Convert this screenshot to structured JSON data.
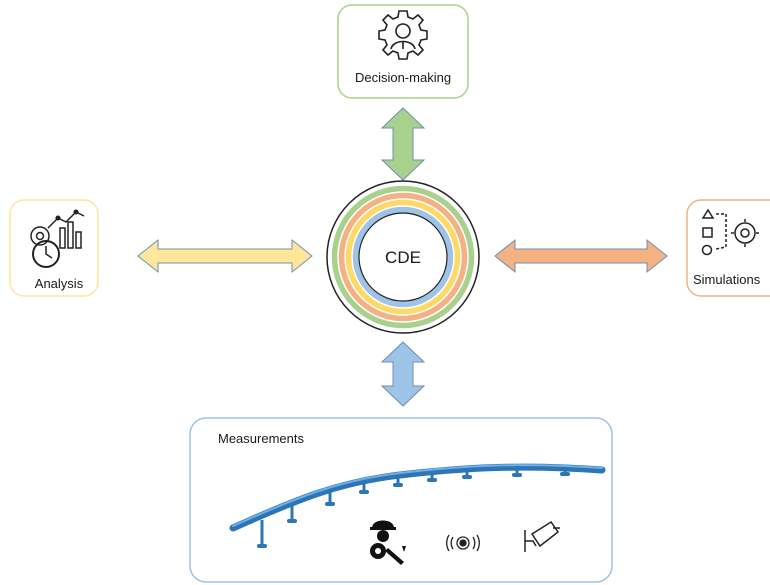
{
  "center": {
    "label": "CDE",
    "ring_colors": [
      "#a9d18e",
      "#f4b183",
      "#ffd966",
      "#9dc3e6"
    ]
  },
  "nodes": {
    "decision": {
      "label": "Decision-making",
      "border_color": "#a9d18e",
      "icon": "gear-person-icon"
    },
    "analysis": {
      "label": "Analysis",
      "border_color": "#ffe699",
      "icon": "analytics-gear-clock-icon"
    },
    "simulations": {
      "label": "Simulations",
      "border_color": "#f4b183",
      "icon": "shapes-flow-gear-icon"
    },
    "measurements": {
      "label": "Measurements",
      "border_color": "#9dc3e6",
      "icons": [
        "bridge-icon",
        "worker-tools-icon",
        "wireless-sensor-icon",
        "security-camera-icon"
      ]
    }
  },
  "arrows": {
    "top": {
      "color": "#a9d18e",
      "icon": "double-arrow-icon"
    },
    "left": {
      "color": "#ffe699",
      "icon": "double-arrow-icon"
    },
    "right": {
      "color": "#f4b183",
      "icon": "double-arrow-icon"
    },
    "bottom": {
      "color": "#9dc3e6",
      "icon": "double-arrow-icon"
    }
  },
  "colors": {
    "arrow_stroke": "#6f8fb3",
    "bridge": "#2e75b6",
    "bridge_light": "#6fb0e8",
    "icon": "#222222"
  }
}
